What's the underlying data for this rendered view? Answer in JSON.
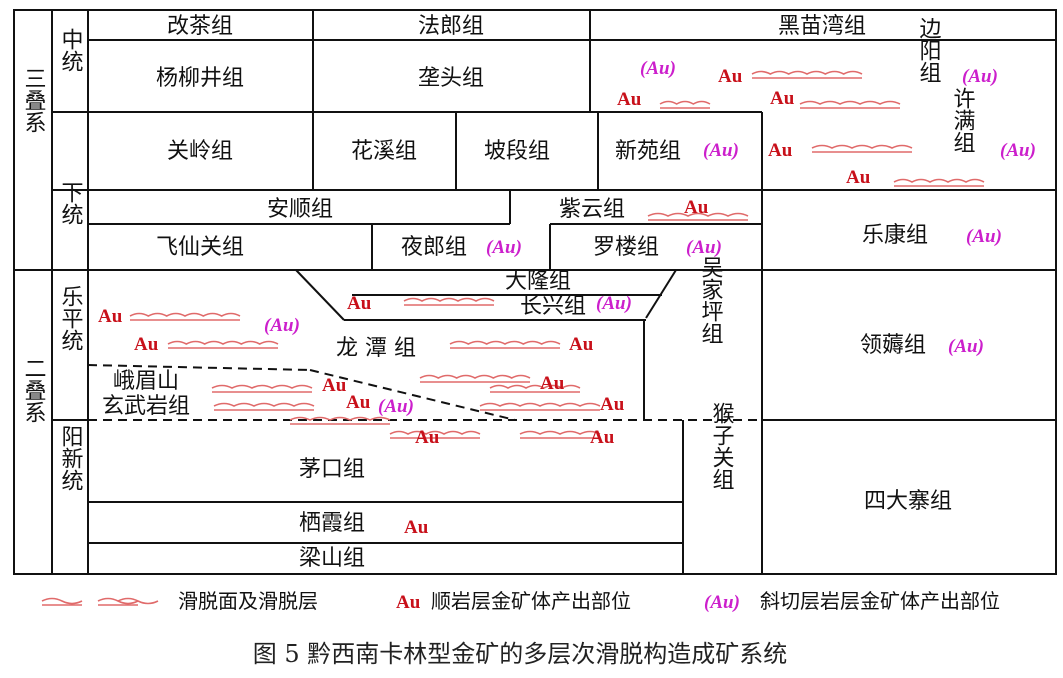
{
  "systems": {
    "triassic": "三叠系",
    "permian": "二叠系"
  },
  "series": {
    "middle": "中统",
    "lower": "下统",
    "leping": "乐平统",
    "yangxin": "阳新统"
  },
  "regions": {
    "gaicha": "改茶组",
    "falang": "法郎组",
    "heimiaowan": "黑苗湾组"
  },
  "formations": {
    "yangliujing": "杨柳井组",
    "wayaotou": "垄头组",
    "bianyang": "边阳组",
    "guanling": "关岭组",
    "huaxi": "花溪组",
    "poduan": "坡段组",
    "xinyuan": "新苑组",
    "xuman": "许满组",
    "anshun": "安顺组",
    "ziyun": "紫云组",
    "feixianguan": "飞仙关组",
    "yelang": "夜郎组",
    "luolou": "罗楼组",
    "lekang": "乐康组",
    "dalong": "大隆组",
    "changxing": "长兴组",
    "wujiaping": "吴家坪组",
    "longtan": "龙 潭 组",
    "emeishan_1": "峨眉山",
    "emeishan_2": "玄武岩组",
    "lingbo": "领薅组",
    "maokou": "茅口组",
    "houziguan": "猴子关组",
    "sidazhai": "四大寨组",
    "qixia": "栖霞组",
    "liangshan": "梁山组"
  },
  "markers": {
    "au": "Au",
    "au_oblique": "(Au)"
  },
  "legend": {
    "slip_label": "滑脱面及滑脱层",
    "au_symbol": "Au",
    "au_label": "顺岩层金矿体产出部位",
    "au_oblique_symbol": "(Au)",
    "au_oblique_label": "斜切层岩层金矿体产出部位"
  },
  "caption": "图 5  黔西南卡林型金矿的多层次滑脱构造成矿系统",
  "colors": {
    "au": "#c8101a",
    "au_oblique": "#cc1fcc",
    "slip": "#e06a6a",
    "line": "#111111"
  }
}
